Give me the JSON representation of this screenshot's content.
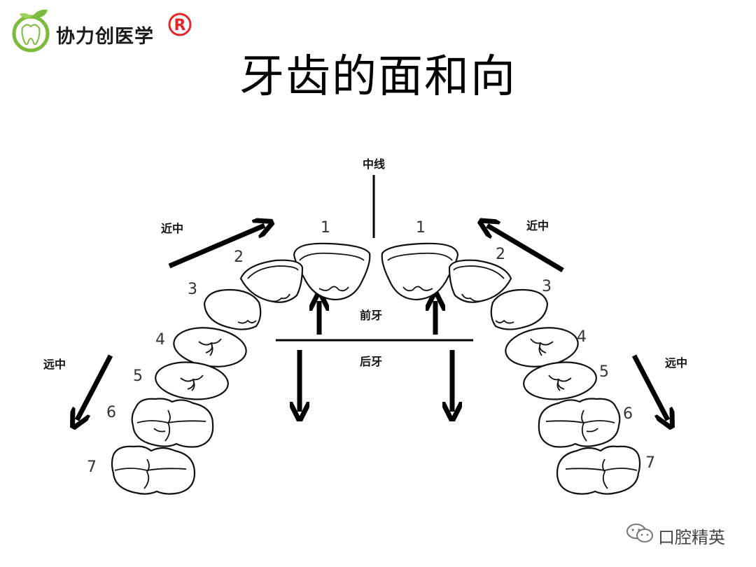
{
  "logo": {
    "text": "协力创医学",
    "mark": "®"
  },
  "title": "牙齿的面和向",
  "diagram": {
    "midline": "中线",
    "mesial_left": "近中",
    "mesial_right": "近中",
    "distal_left": "远中",
    "distal_right": "远中",
    "anterior": "前牙",
    "posterior": "后牙",
    "tooth_numbers_left": [
      "1",
      "2",
      "3",
      "4",
      "5",
      "6",
      "7"
    ],
    "tooth_numbers_right": [
      "1",
      "2",
      "3",
      "4",
      "5",
      "6",
      "7"
    ]
  },
  "watermark": {
    "text": "口腔精英",
    "icon": "wechat-icon"
  },
  "colors": {
    "logo_green": "#7dbb3c",
    "logo_red": "#e8242a"
  }
}
